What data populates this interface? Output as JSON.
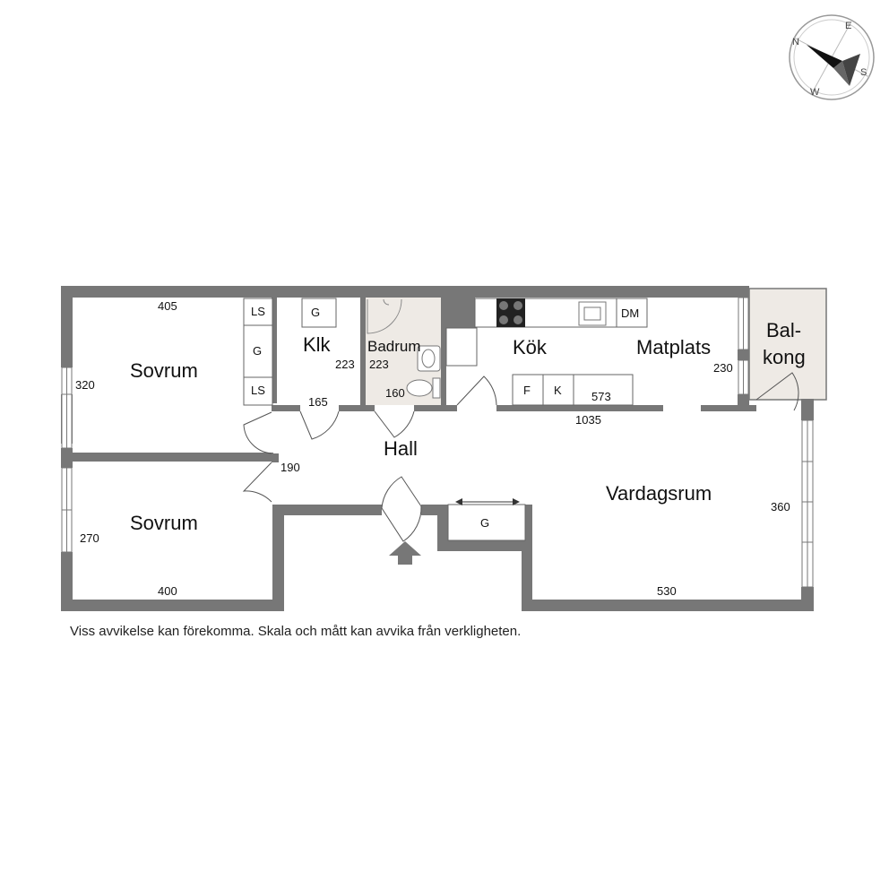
{
  "rooms": {
    "sovrum_top": "Sovrum",
    "sovrum_bottom": "Sovrum",
    "klk": "Klk",
    "badrum": "Badrum",
    "kok": "Kök",
    "matplats": "Matplats",
    "balkong_line1": "Bal-",
    "balkong_line2": "kong",
    "hall": "Hall",
    "vardagsrum": "Vardagsrum"
  },
  "dimensions": {
    "d405": "405",
    "d320": "320",
    "d270": "270",
    "d400": "400",
    "d223_klk": "223",
    "d223_bad": "223",
    "d165": "165",
    "d160": "160",
    "d190": "190",
    "d573": "573",
    "d1035": "1035",
    "d230": "230",
    "d360": "360",
    "d530": "530"
  },
  "fixtures": {
    "ls_top": "LS",
    "g_wardrobe": "G",
    "ls_bottom": "LS",
    "g_klk": "G",
    "dm": "DM",
    "f": "F",
    "k": "K",
    "g_hall": "G"
  },
  "compass": {
    "n": "N",
    "e": "E",
    "s": "S",
    "w": "W"
  },
  "disclaimer": "Viss avvikelse kan förekomma. Skala och mått kan avvika från verkligheten.",
  "colors": {
    "wall": "#777777",
    "bathroom_floor": "#eeeae5",
    "balcony_floor": "#eeeae5"
  }
}
